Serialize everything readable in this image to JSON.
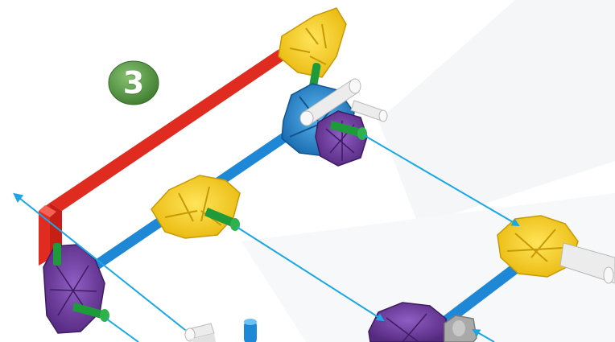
{
  "step": {
    "number": "3"
  },
  "colors": {
    "red_rod": "#e02b20",
    "blue_rod": "#1e88d6",
    "yellow_connector": "#f7cf1d",
    "purple_connector": "#6b3a9c",
    "green_connector": "#1f9a3a",
    "white_rod": "#ececec",
    "gray_connector": "#a9a9a9",
    "guide_arrow": "#1ba7e6",
    "badge_green": "#5b9a46"
  },
  "icons": {
    "badge": "step-number-badge",
    "arrow": "assembly-guide-arrow"
  }
}
